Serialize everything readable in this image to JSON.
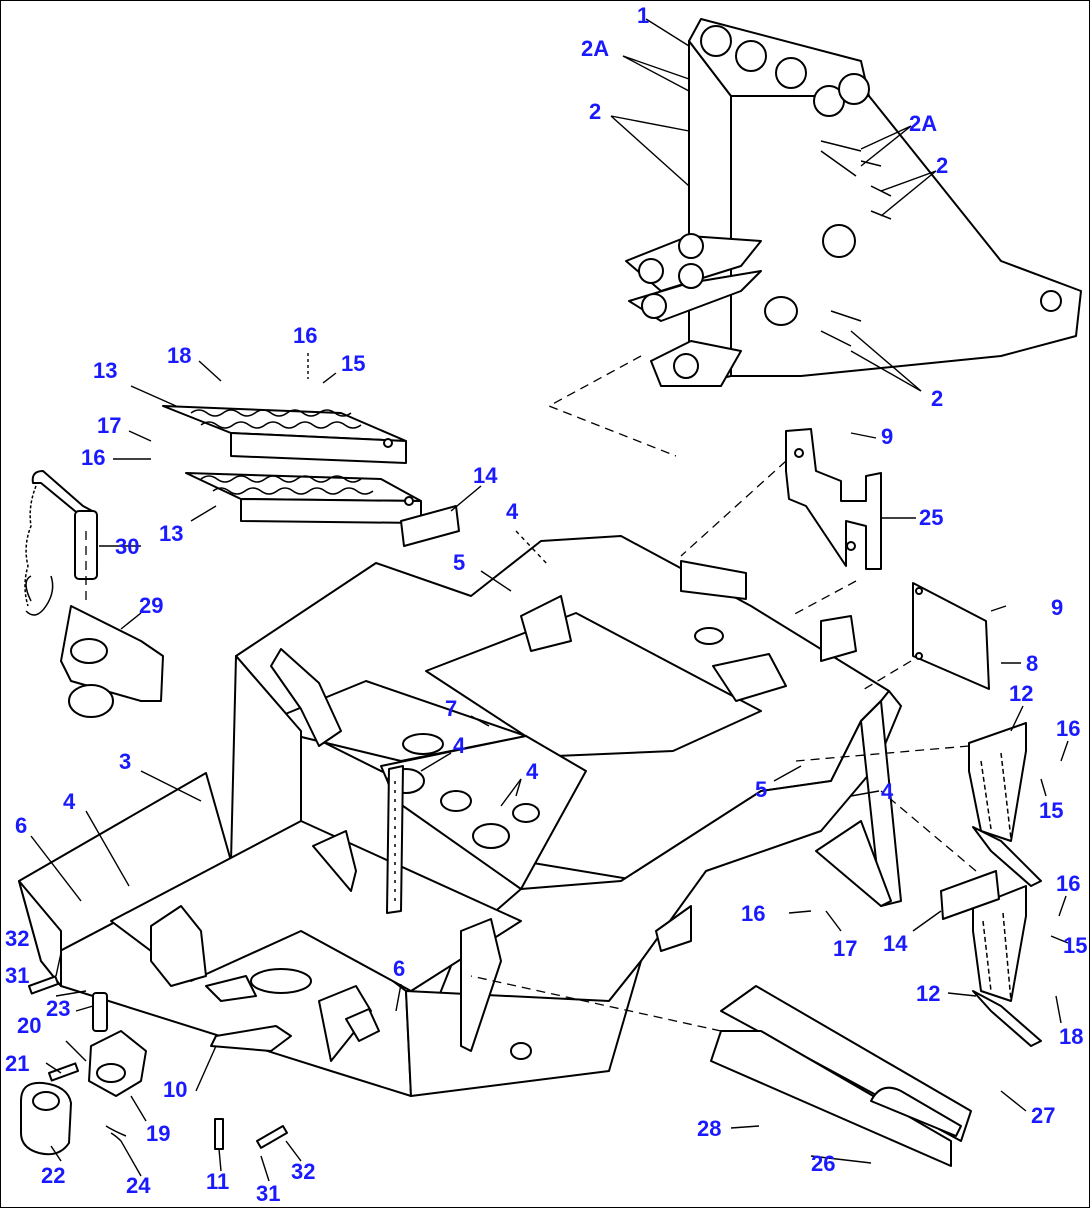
{
  "diagram": {
    "callout_color": "#1a1aff",
    "line_color": "#000000",
    "callouts": [
      {
        "id": "c-1",
        "label": "1"
      },
      {
        "id": "c-2a-top",
        "label": "2A"
      },
      {
        "id": "c-2-left",
        "label": "2"
      },
      {
        "id": "c-2a-right",
        "label": "2A"
      },
      {
        "id": "c-2-right",
        "label": "2"
      },
      {
        "id": "c-2-bottom",
        "label": "2"
      },
      {
        "id": "c-16-top",
        "label": "16"
      },
      {
        "id": "c-15-top",
        "label": "15"
      },
      {
        "id": "c-18-top",
        "label": "18"
      },
      {
        "id": "c-13-top",
        "label": "13"
      },
      {
        "id": "c-17-top",
        "label": "17"
      },
      {
        "id": "c-16-left",
        "label": "16"
      },
      {
        "id": "c-13-lower",
        "label": "13"
      },
      {
        "id": "c-14-top",
        "label": "14"
      },
      {
        "id": "c-30",
        "label": "30"
      },
      {
        "id": "c-29",
        "label": "29"
      },
      {
        "id": "c-9-top",
        "label": "9"
      },
      {
        "id": "c-25",
        "label": "25"
      },
      {
        "id": "c-4-top",
        "label": "4"
      },
      {
        "id": "c-5-top",
        "label": "5"
      },
      {
        "id": "c-9-right",
        "label": "9"
      },
      {
        "id": "c-8",
        "label": "8"
      },
      {
        "id": "c-7",
        "label": "7"
      },
      {
        "id": "c-4-mid",
        "label": "4"
      },
      {
        "id": "c-4-center",
        "label": "4"
      },
      {
        "id": "c-3",
        "label": "3"
      },
      {
        "id": "c-4-left",
        "label": "4"
      },
      {
        "id": "c-6-left",
        "label": "6"
      },
      {
        "id": "c-12-top",
        "label": "12"
      },
      {
        "id": "c-16-right",
        "label": "16"
      },
      {
        "id": "c-15-right",
        "label": "15"
      },
      {
        "id": "c-5-right",
        "label": "5"
      },
      {
        "id": "c-4-right",
        "label": "4"
      },
      {
        "id": "c-16-lowright",
        "label": "16"
      },
      {
        "id": "c-16-mid",
        "label": "16"
      },
      {
        "id": "c-17-mid",
        "label": "17"
      },
      {
        "id": "c-14-lower",
        "label": "14"
      },
      {
        "id": "c-15-lower",
        "label": "15"
      },
      {
        "id": "c-12-lower",
        "label": "12"
      },
      {
        "id": "c-18-lower",
        "label": "18"
      },
      {
        "id": "c-32-left",
        "label": "32"
      },
      {
        "id": "c-31-left",
        "label": "31"
      },
      {
        "id": "c-23",
        "label": "23"
      },
      {
        "id": "c-6-mid",
        "label": "6"
      },
      {
        "id": "c-20",
        "label": "20"
      },
      {
        "id": "c-21",
        "label": "21"
      },
      {
        "id": "c-10",
        "label": "10"
      },
      {
        "id": "c-19",
        "label": "19"
      },
      {
        "id": "c-22",
        "label": "22"
      },
      {
        "id": "c-24",
        "label": "24"
      },
      {
        "id": "c-11",
        "label": "11"
      },
      {
        "id": "c-31-bottom",
        "label": "31"
      },
      {
        "id": "c-32-bottom",
        "label": "32"
      },
      {
        "id": "c-28",
        "label": "28"
      },
      {
        "id": "c-26",
        "label": "26"
      },
      {
        "id": "c-27",
        "label": "27"
      }
    ]
  }
}
